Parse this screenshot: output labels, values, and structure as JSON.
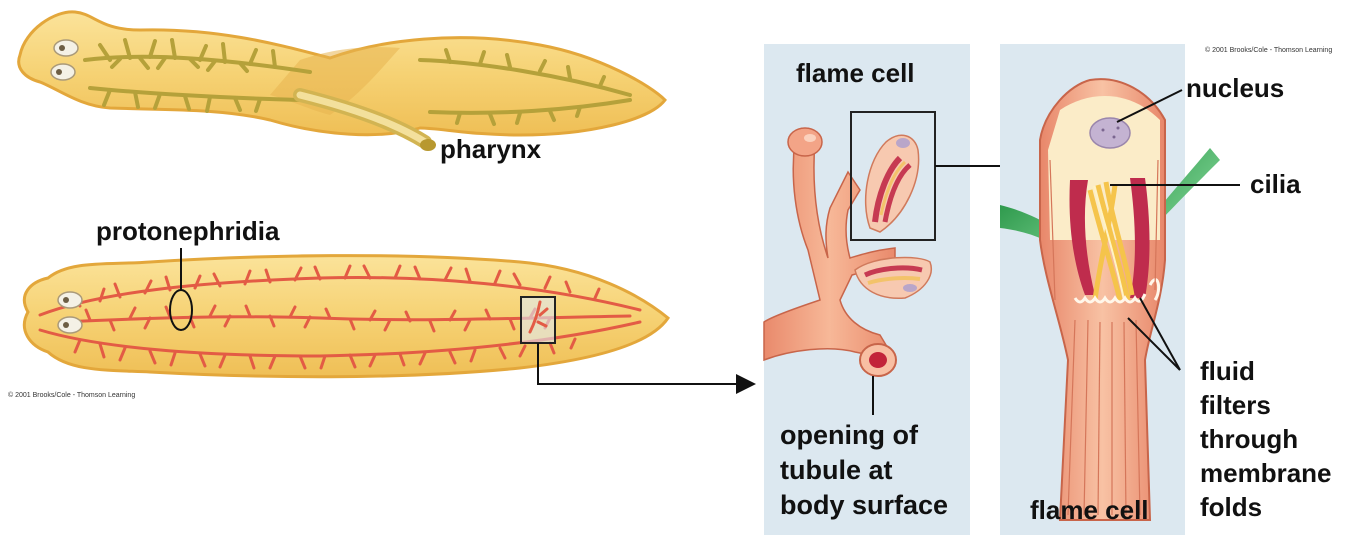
{
  "labels": {
    "pharynx": "pharynx",
    "protonephridia": "protonephridia",
    "flame_cell_top": "flame cell",
    "opening_line1": "opening of",
    "opening_line2": "tubule at",
    "opening_line3": "body surface",
    "nucleus": "nucleus",
    "cilia": "cilia",
    "flame_cell_bottom": "flame cell",
    "fluid_line1": "fluid",
    "fluid_line2": "filters",
    "fluid_line3": "through",
    "fluid_line4": "membrane",
    "fluid_line5": "folds"
  },
  "copyright": {
    "left": "© 2001 Brooks/Cole - Thomson Learning",
    "right": "© 2001 Brooks/Cole - Thomson Learning"
  },
  "colors": {
    "worm_body": "#f6d274",
    "worm_outline": "#e0a83a",
    "gut_branches": "#b9a640",
    "tubule_red": "#e0553f",
    "panel_bg": "#dfe9f1",
    "tissue_pink": "#f2a98a",
    "cilia_green": "#5cc174"
  }
}
